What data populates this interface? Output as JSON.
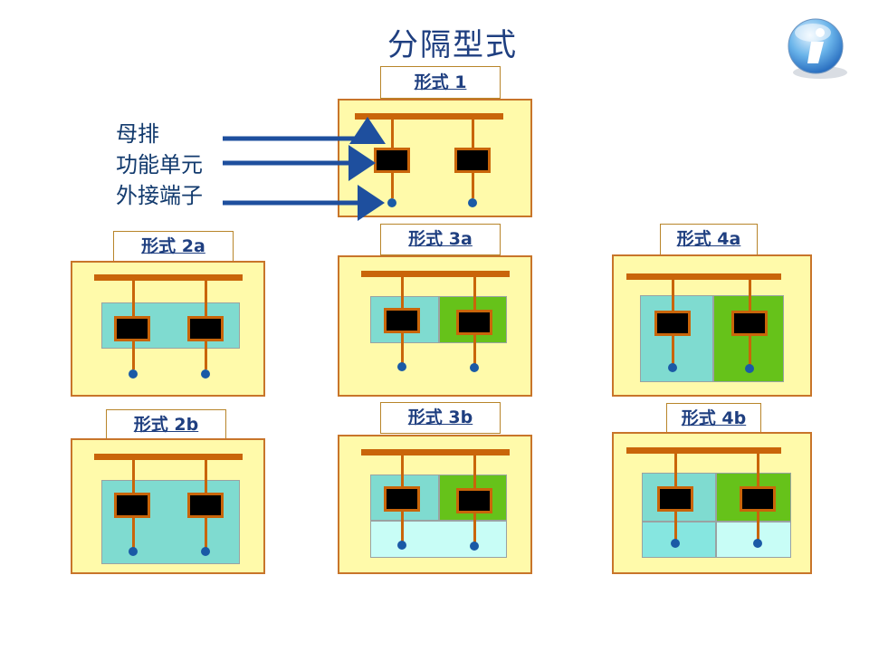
{
  "title": "分隔型式",
  "legend": {
    "items": [
      "母排",
      "功能单元",
      "外接端子"
    ]
  },
  "panels": {
    "p1": {
      "label": "形式 1"
    },
    "p2a": {
      "label": "形式 2a"
    },
    "p3a": {
      "label": "形式 3a"
    },
    "p4a": {
      "label": "形式 4a"
    },
    "p2b": {
      "label": "形式 2b"
    },
    "p3b": {
      "label": "形式 3b"
    },
    "p4b": {
      "label": "形式 4b"
    }
  },
  "colors": {
    "panel_bg": "#fffaaa",
    "panel_border": "#c8752a",
    "busbar": "#c9650a",
    "cyan_region": "#7fdbd0",
    "green_region": "#66c21a",
    "light_region": "#c8fdf6",
    "terminal": "#1a5aa6",
    "arrow": "#1e4f9e",
    "title": "#1f3f80"
  },
  "icons": {
    "info": "info-icon"
  }
}
